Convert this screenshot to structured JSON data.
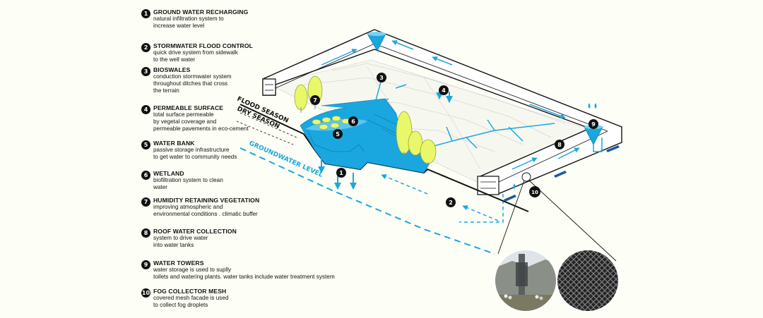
{
  "legend": [
    {
      "n": "1",
      "title": "GROUND WATER RECHARGING",
      "desc": "natural infiltration system to\nincrease water level"
    },
    {
      "n": "2",
      "title": "STORMWATER FLOOD CONTROL",
      "desc": "quick drive system from sidewalk\nto the well water"
    },
    {
      "n": "3",
      "title": "BIOSWALES",
      "desc": "conduction stormwater system\nthroughout ditches that cross\nthe terrain"
    },
    {
      "n": "4",
      "title": "PERMEABLE SURFACE",
      "desc": "total surface permeable\nby vegetal coverage and\npermeable pavements in eco-cement"
    },
    {
      "n": "5",
      "title": "WATER BANK",
      "desc": "passive storage infrastructure\nto get water to community needs"
    },
    {
      "n": "6",
      "title": "WETLAND",
      "desc": "biofiltration system to clean\nwater"
    },
    {
      "n": "7",
      "title": "HUMIDITY RETAINING VEGETATION",
      "desc": "improving atmospheric and\nenvironmental conditions . climatic buffer"
    },
    {
      "n": "8",
      "title": "ROOF WATER COLLECTION",
      "desc": "system to drive water\ninto water tanks"
    },
    {
      "n": "9",
      "title": "WATER TOWERS",
      "desc": "water storage is used to suplly\ntoilets and watering plants. water tanks include water treatment system"
    },
    {
      "n": "10",
      "title": "FOG COLLECTOR MESH",
      "desc": "covered mesh facade is used\nto collect fog droplets"
    }
  ],
  "diagram": {
    "flood_season": "FLOOD SEASON",
    "dry_season": "DRY SEASON",
    "groundwater_level": "GROUNDWATER LEVEL",
    "colors": {
      "water": "#1aa7e0",
      "vegetation": "#e9f76a",
      "ink": "#111111",
      "roof": "#ffffff",
      "background": "#fdfef5"
    }
  }
}
